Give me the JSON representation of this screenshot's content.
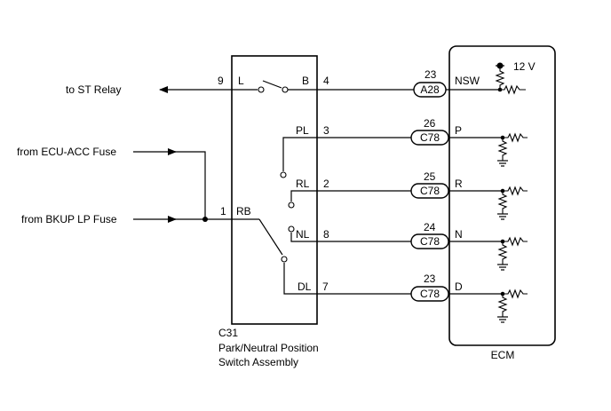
{
  "diagram": {
    "external": {
      "to_st_relay": "to ST Relay",
      "from_ecu_acc": "from ECU-ACC Fuse",
      "from_bkup_lp": "from BKUP LP Fuse"
    },
    "switch": {
      "code": "C31",
      "name_line1": "Park/Neutral Position",
      "name_line2": "Switch Assembly",
      "pins": {
        "p9": "9",
        "L": "L",
        "B": "B",
        "p4": "4",
        "PL": "PL",
        "p3": "3",
        "RL": "RL",
        "p2": "2",
        "p1": "1",
        "RB": "RB",
        "NL": "NL",
        "p8": "8",
        "DL": "DL",
        "p7": "7"
      }
    },
    "connectors": [
      {
        "pin": "23",
        "code": "A28"
      },
      {
        "pin": "26",
        "code": "C78"
      },
      {
        "pin": "25",
        "code": "C78"
      },
      {
        "pin": "24",
        "code": "C78"
      },
      {
        "pin": "23",
        "code": "C78"
      }
    ],
    "ecm": {
      "label": "ECM",
      "voltage": "12 V",
      "terminals": [
        "NSW",
        "P",
        "R",
        "N",
        "D"
      ]
    }
  }
}
